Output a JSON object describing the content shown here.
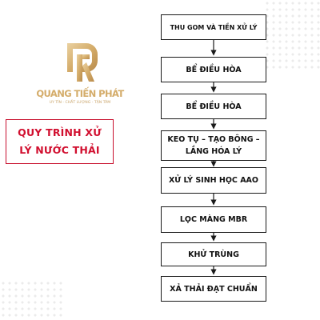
{
  "logo": {
    "name": "QUANG TIẾN PHÁT",
    "tagline": "UY TÍN - CHẤT LƯỢNG - TẬN TÂM"
  },
  "title": {
    "text": "QUY TRÌNH XỬ LÝ NƯỚC THẢI"
  },
  "flow": {
    "steps": [
      "THU GOM VÀ TIỀN XỬ LÝ",
      "BỂ ĐIỀU HÒA",
      "BỂ ĐIỀU HÒA",
      "KEO TỤ – TẠO BÔNG – LẮNG HÓA LÝ",
      "XỬ LÝ SINH HỌC AAO",
      "LỌC MÀNG MBR",
      "KHỬ TRÙNG",
      "XẢ THẢI ĐẠT CHUẨN"
    ]
  },
  "colors": {
    "accent_red": "#d10f2f",
    "logo_gold": "#d4ac6a",
    "box_border": "#1a1a1a"
  }
}
